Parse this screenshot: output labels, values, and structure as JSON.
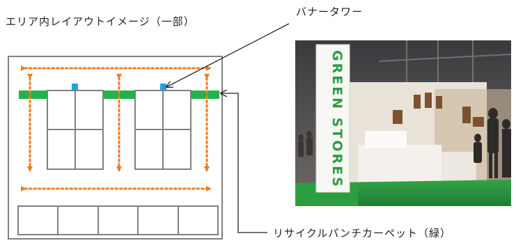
{
  "labels": {
    "area_layout": "エリア内レイアウトイメージ（一部）",
    "banner_tower": "バナータワー",
    "recycled_carpet": "リサイクルパンチカーペット（緑）"
  },
  "photo": {
    "banner_text": "GREEN STORES"
  },
  "colors": {
    "aisle_arrow": "#f07c22",
    "carpet_green": "#22b14c",
    "banner_tower_marker": "#1fa3e0",
    "booth_outline": "#808080"
  }
}
